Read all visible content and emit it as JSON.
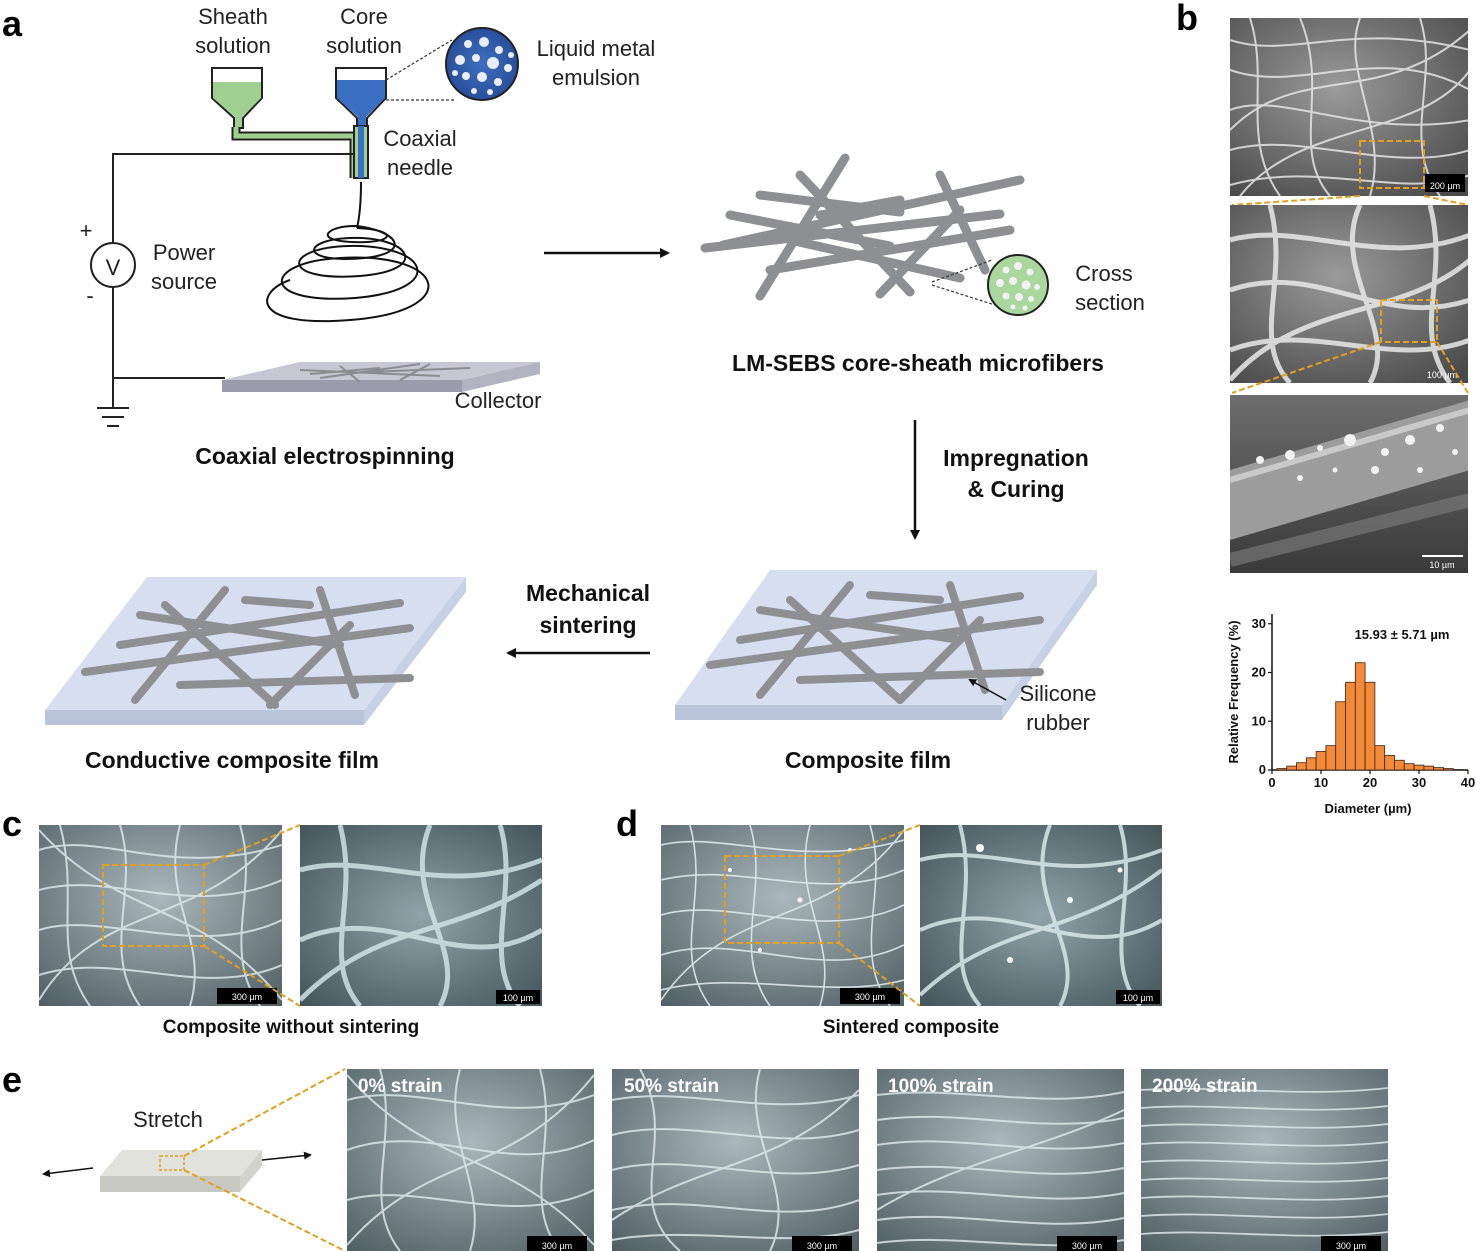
{
  "panels": {
    "a": {
      "letter": "a",
      "sheath_line1": "Sheath",
      "sheath_line2": "solution",
      "core_line1": "Core",
      "core_line2": "solution",
      "lm_line1": "Liquid metal",
      "lm_line2": "emulsion",
      "needle_line1": "Coaxial",
      "needle_line2": "needle",
      "power_plus": "+",
      "power_minus": "-",
      "power_symbol": "V",
      "power_line1": "Power",
      "power_line2": "source",
      "collector": "Collector",
      "title": "Coaxial electrospinning",
      "cross_line1": "Cross",
      "cross_line2": "section",
      "microfibers": "LM-SEBS core-sheath microfibers",
      "impreg_line1": "Impregnation",
      "impreg_line2": "& Curing",
      "mech_line1": "Mechanical",
      "mech_line2": "sintering",
      "silicone_line1": "Silicone",
      "silicone_line2": "rubber",
      "composite_film": "Composite film",
      "conductive_film": "Conductive composite film"
    },
    "b": {
      "letter": "b",
      "scalebars": [
        "200 µm",
        "100 µm",
        "10 µm"
      ]
    },
    "c": {
      "letter": "c",
      "scalebars": [
        "300 µm",
        "100 µm"
      ],
      "caption": "Composite without sintering"
    },
    "d": {
      "letter": "d",
      "scalebars": [
        "300 µm",
        "100 µm"
      ],
      "caption": "Sintered composite"
    },
    "e": {
      "letter": "e",
      "stretch": "Stretch",
      "strains": [
        "0% strain",
        "50% strain",
        "100% strain",
        "200% strain"
      ],
      "scalebar": "300 µm"
    }
  },
  "colors": {
    "sheath": "#9fd08f",
    "core": "#3a6fc4",
    "fiber": "#8d8f93",
    "film": "#d6deef",
    "histogram": "#f28a3a",
    "scalebox": "#000000",
    "zoom_box": "#e0a020"
  },
  "chart_data": {
    "type": "bar",
    "x": [
      2,
      4,
      6,
      8,
      10,
      12,
      14,
      16,
      18,
      20,
      22,
      24,
      26,
      28,
      30,
      32,
      34,
      36,
      38
    ],
    "values": [
      0.3,
      0.8,
      1.5,
      2.5,
      3.8,
      5.0,
      14.0,
      18.0,
      22.0,
      18.0,
      5.0,
      3.0,
      2.0,
      1.3,
      1.0,
      0.8,
      0.5,
      0.3,
      0.1
    ],
    "bin_width": 2,
    "xlabel": "Diameter (µm)",
    "ylabel": "Relative Frequency (%)",
    "xlim": [
      0,
      40
    ],
    "ylim": [
      0,
      32
    ],
    "xticks": [
      0,
      10,
      20,
      30,
      40
    ],
    "yticks": [
      0,
      10,
      20,
      30
    ],
    "annotation": "15.93 ± 5.71 µm"
  }
}
